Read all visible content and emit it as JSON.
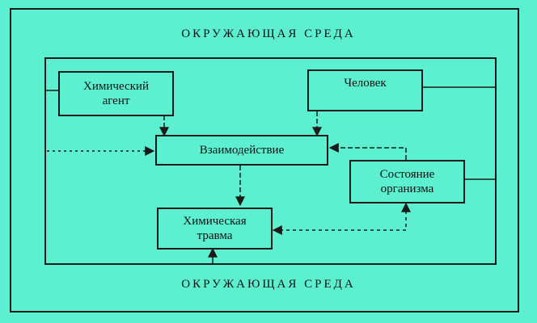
{
  "environment": {
    "top_label": "ОКРУЖАЮЩАЯ СРЕДА",
    "bottom_label": "ОКРУЖАЮЩАЯ СРЕДА"
  },
  "nodes": {
    "chemical_agent": "Химический\nагент",
    "human": "Человек",
    "interaction": "Взаимодействие",
    "organism_state": "Состояние\nорганизма",
    "chemical_trauma": "Химическая\nтравма"
  },
  "colors": {
    "background": "#5cf0d0",
    "line": "#1a1a1a"
  }
}
